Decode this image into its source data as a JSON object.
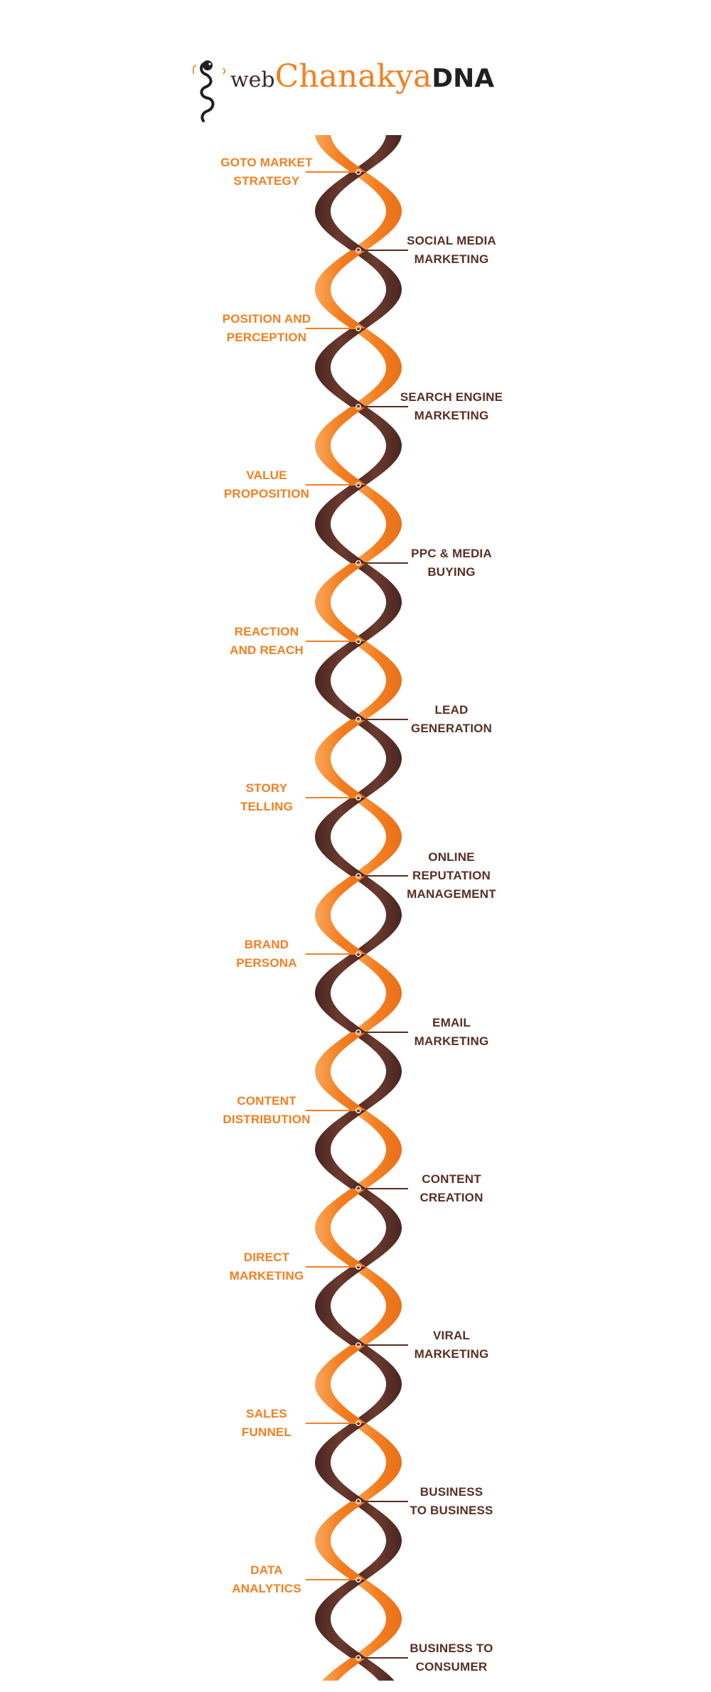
{
  "brand": {
    "prefix": "web",
    "name": "Chanakya",
    "suffix": "DNA"
  },
  "colors": {
    "orange": "#f47f20",
    "orange_light": "#f9a65a",
    "brown": "#5a2e25",
    "brown_dark": "#3e1f19"
  },
  "strands": {
    "left": [
      {
        "line1": "GOTO MARKET",
        "line2": "STRATEGY"
      },
      {
        "line1": "POSITION AND",
        "line2": "PERCEPTION"
      },
      {
        "line1": "VALUE",
        "line2": "PROPOSITION"
      },
      {
        "line1": "REACTION",
        "line2": "AND REACH"
      },
      {
        "line1": "STORY",
        "line2": "TELLING"
      },
      {
        "line1": "BRAND",
        "line2": "PERSONA"
      },
      {
        "line1": "CONTENT",
        "line2": "DISTRIBUTION"
      },
      {
        "line1": "DIRECT",
        "line2": "MARKETING"
      },
      {
        "line1": "SALES",
        "line2": "FUNNEL"
      },
      {
        "line1": "DATA",
        "line2": "ANALYTICS"
      }
    ],
    "right": [
      {
        "line1": "SOCIAL MEDIA",
        "line2": "MARKETING"
      },
      {
        "line1": "SEARCH ENGINE",
        "line2": "MARKETING"
      },
      {
        "line1": "PPC & MEDIA",
        "line2": "BUYING"
      },
      {
        "line1": "LEAD",
        "line2": "GENERATION"
      },
      {
        "line1": "ONLINE",
        "line2": "REPUTATION",
        "line3": "MANAGEMENT"
      },
      {
        "line1": "EMAIL",
        "line2": "MARKETING"
      },
      {
        "line1": "CONTENT",
        "line2": "CREATION"
      },
      {
        "line1": "VIRAL",
        "line2": "MARKETING"
      },
      {
        "line1": "BUSINESS",
        "line2": "TO BUSINESS"
      },
      {
        "line1": "BUSINESS TO",
        "line2": "CONSUMER"
      }
    ]
  }
}
